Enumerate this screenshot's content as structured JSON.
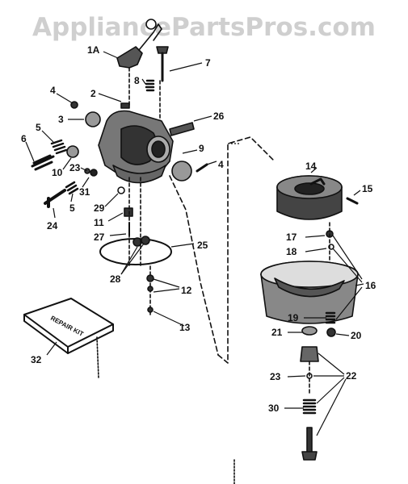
{
  "watermark": "AppliancePartsPros.com",
  "kit_label": "REPAIR KIT",
  "callouts": {
    "c1a": "1A",
    "c7": "7",
    "c8": "8",
    "c4a": "4",
    "c2": "2",
    "c3": "3",
    "c26": "26",
    "c5a": "5",
    "c6": "6",
    "c10": "10",
    "c23a": "23",
    "c9": "9",
    "c4b": "4",
    "c31": "31",
    "c5b": "5",
    "c24": "24",
    "c29": "29",
    "c11": "11",
    "c27": "27",
    "c25": "25",
    "c28": "28",
    "c12": "12",
    "c13": "13",
    "c32": "32",
    "c14": "14",
    "c15": "15",
    "c17": "17",
    "c18": "18",
    "c16": "16",
    "c19": "19",
    "c21": "21",
    "c20": "20",
    "c23b": "23",
    "c22": "22",
    "c30": "30"
  }
}
